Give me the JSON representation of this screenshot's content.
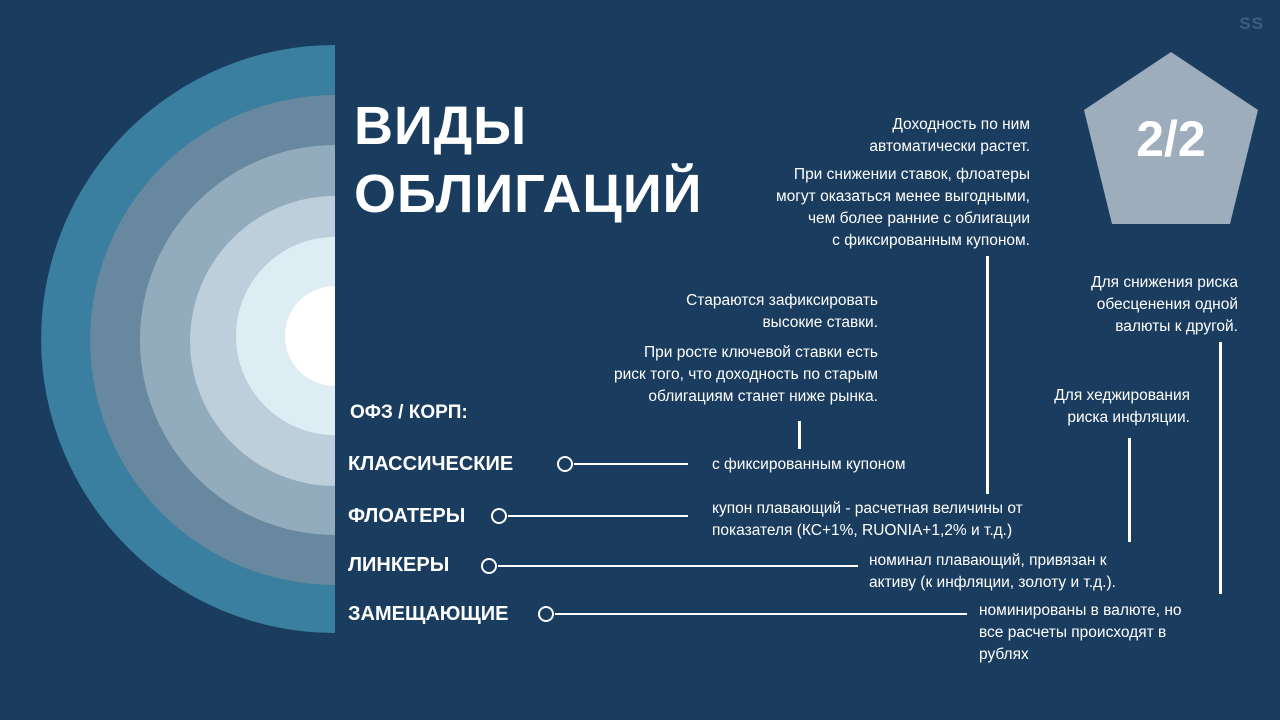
{
  "watermark": "SS",
  "title": {
    "line1": "ВИДЫ",
    "line2": "ОБЛИГАЦИЙ"
  },
  "page_indicator": "2/2",
  "colors": {
    "background": "#1a3c5e",
    "arc_1": "#3a7f9f",
    "arc_2": "#67889e",
    "arc_3": "#93acbd",
    "arc_4": "#bccfdb",
    "arc_5": "#deedf4",
    "arc_6": "#ffffff",
    "pentagon": "#9eadbb",
    "watermark": "#3f5d7c"
  },
  "section_label": "ОФЗ / КОРП:",
  "bond_types": [
    {
      "label": "КЛАССИЧЕСКИЕ",
      "description": "с фиксированным купоном"
    },
    {
      "label": "ФЛОАТЕРЫ",
      "description_line1": "купон плавающий - расчетная величины от",
      "description_line2": "показателя (КС+1%, RUONIA+1,2% и т.д.)"
    },
    {
      "label": "ЛИНКЕРЫ",
      "description_line1": "номинал плавающий, привязан к",
      "description_line2": "активу (к инфляции, золоту и т.д.)."
    },
    {
      "label": "ЗАМЕЩАЮЩИЕ",
      "description_line1": "номинированы в валюте, но",
      "description_line2": "все расчеты происходят в",
      "description_line3": "рублях"
    }
  ],
  "notes": {
    "classic_pro": {
      "line1": "Стараются зафиксировать",
      "line2": "высокие ставки."
    },
    "classic_con": {
      "line1": "При росте ключевой ставки есть",
      "line2": "риск того, что доходность по старым",
      "line3": "облигациям станет ниже рынка."
    },
    "floater_pro": {
      "line1": "Доходность по ним",
      "line2": "автоматически растет."
    },
    "floater_con": {
      "line1": "При снижении ставок, флоатеры",
      "line2": "могут оказаться менее выгодными,",
      "line3": "чем более ранние с облигации",
      "line4": "с фиксированным купоном."
    },
    "linker_note": {
      "line1": "Для хеджирования",
      "line2": "риска инфляции."
    },
    "replacement_note": {
      "line1": "Для снижения риска",
      "line2": "обесценения одной",
      "line3": "валюты к другой."
    }
  }
}
